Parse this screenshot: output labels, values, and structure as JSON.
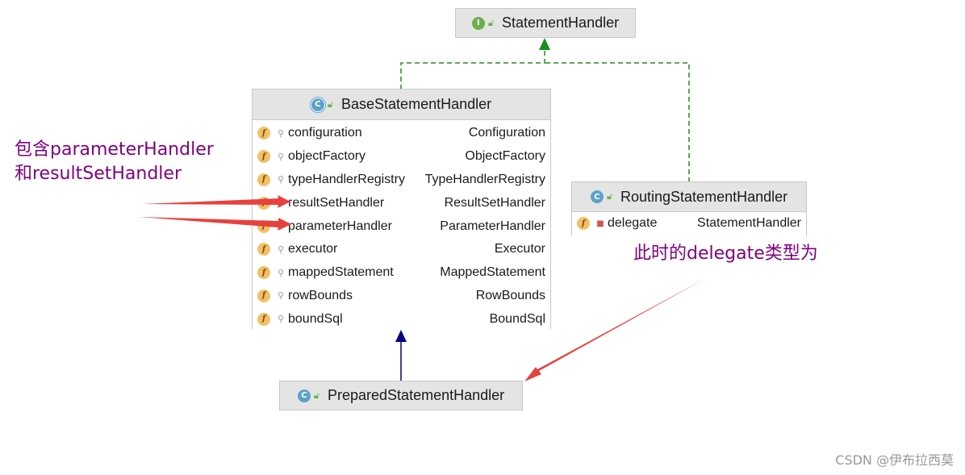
{
  "statement_handler": {
    "name": "StatementHandler",
    "kind": "I",
    "icon": "interface-icon"
  },
  "base_statement_handler": {
    "name": "BaseStatementHandler",
    "kind": "C",
    "icon": "abstract-class-icon",
    "fields": [
      {
        "name": "configuration",
        "type": "Configuration"
      },
      {
        "name": "objectFactory",
        "type": "ObjectFactory"
      },
      {
        "name": "typeHandlerRegistry",
        "type": "TypeHandlerRegistry"
      },
      {
        "name": "resultSetHandler",
        "type": "ResultSetHandler"
      },
      {
        "name": "parameterHandler",
        "type": "ParameterHandler"
      },
      {
        "name": "executor",
        "type": "Executor"
      },
      {
        "name": "mappedStatement",
        "type": "MappedStatement"
      },
      {
        "name": "rowBounds",
        "type": "RowBounds"
      },
      {
        "name": "boundSql",
        "type": "BoundSql"
      }
    ]
  },
  "routing_statement_handler": {
    "name": "RoutingStatementHandler",
    "kind": "C",
    "fields": [
      {
        "name": "delegate",
        "type": "StatementHandler"
      }
    ]
  },
  "prepared_statement_handler": {
    "name": "PreparedStatementHandler",
    "kind": "C"
  },
  "field_icon_letter": "f",
  "annotations": {
    "contains_line1": "包含parameterHandler",
    "contains_line2": "和resultSetHandler",
    "delegate_note": "此时的delegate类型为"
  },
  "watermark": "CSDN @伊布拉西莫",
  "colors": {
    "realization": "#1a8f1a",
    "inheritance": "#000080",
    "annotation_arrow": "#e8403c",
    "annotation_text": "#800080"
  }
}
